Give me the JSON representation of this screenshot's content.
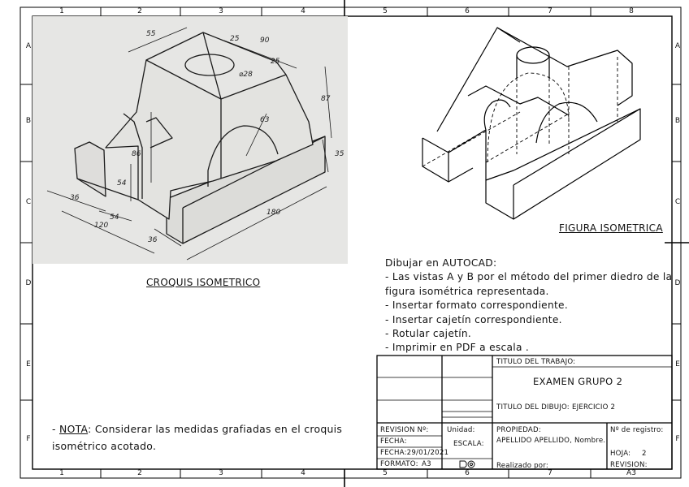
{
  "border": {
    "columns": [
      "1",
      "2",
      "3",
      "4",
      "5",
      "6",
      "7",
      "8"
    ],
    "rows": [
      "A",
      "B",
      "C",
      "D",
      "E",
      "F"
    ]
  },
  "sketch": {
    "caption": "CROQUIS ISOMETRICO",
    "dims": {
      "d55": "55",
      "d90": "90",
      "d25a": "25",
      "d25b": "25",
      "d28": "⌀28",
      "d87": "87",
      "d86": "86",
      "d54": "54",
      "d63": "63",
      "d35": "35",
      "d36a": "36",
      "d54b": "54",
      "d120": "120",
      "d180": "180",
      "d36b": "36"
    }
  },
  "isometric": {
    "caption": "FIGURA ISOMETRICA"
  },
  "instructions": {
    "lines": [
      "Dibujar en AUTOCAD:",
      "- Las vistas A y B por el método del primer diedro de la",
      "figura isométrica representada.",
      "- Insertar formato correspondiente.",
      "- Insertar cajetín correspondiente.",
      "- Rotular cajetín.",
      "- Imprimir en PDF a escala ."
    ]
  },
  "note": {
    "prefix": "- ",
    "keyword": "NOTA",
    "text": ": Considerar las medidas grafiadas en el croquis isométrico acotado."
  },
  "title_block": {
    "titulo_trabajo_label": "TITULO DEL TRABAJO:",
    "titulo_trabajo_value": "EXAMEN GRUPO 2",
    "titulo_dibujo_label": "TITULO DEL DIBUJO:",
    "titulo_dibujo_value": "EJERCICIO 2",
    "revision_label": "REVISION Nº:",
    "fecha_label": "FECHA:",
    "fecha_value": "FECHA:29/01/2021",
    "formato_label": "FORMATO:",
    "formato_value": "A3",
    "unidad_label": "Unidad:",
    "escala_label": "ESCALA:",
    "propiedad_label": "PROPIEDAD:",
    "propiedad_value": "APELLIDO APELLIDO, Nombre.",
    "realizado_label": "Realizado por:",
    "registro_label": "Nº de registro:",
    "hoja_label": "HOJA:",
    "hoja_value": "2",
    "revision2_label": "REVISION:",
    "sheet_size": "A3"
  }
}
